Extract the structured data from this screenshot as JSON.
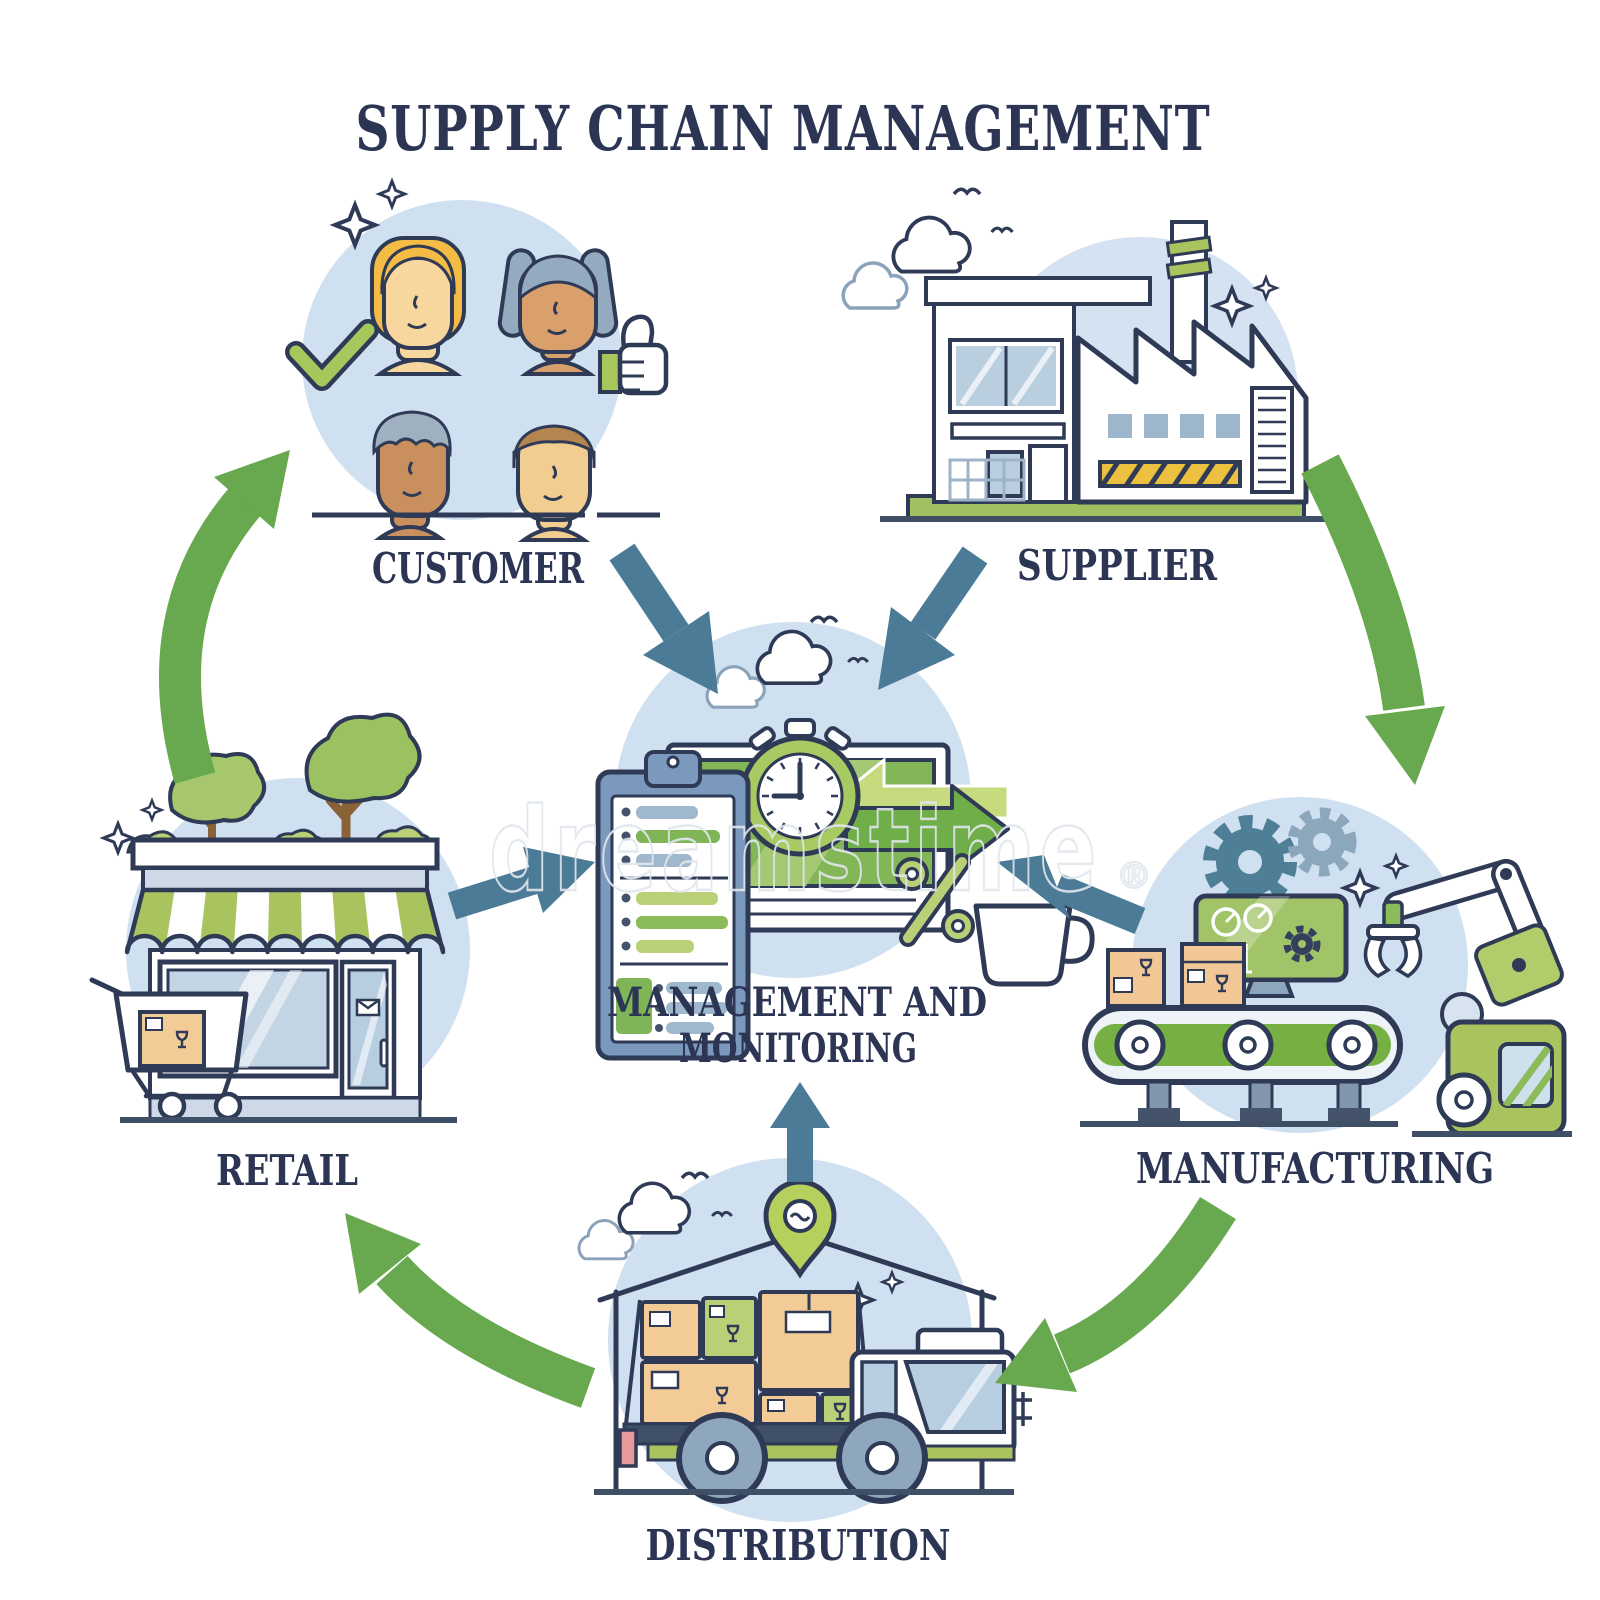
{
  "title": "SUPPLY CHAIN MANAGEMENT",
  "watermark": {
    "text": "dreamstime",
    "registered_mark": "®"
  },
  "nodes": {
    "customer": {
      "label": "CUSTOMER"
    },
    "supplier": {
      "label": "SUPPLIER"
    },
    "management_monitoring": {
      "label_line1": "MANAGEMENT AND",
      "label_line2": "MONITORING"
    },
    "retail": {
      "label": "RETAIL"
    },
    "manufacturing": {
      "label": "MANUFACTURING"
    },
    "distribution": {
      "label": "DISTRIBUTION"
    }
  },
  "flow": [
    "supplier -> manufacturing",
    "manufacturing -> distribution",
    "distribution -> retail",
    "retail -> customer",
    "customer -> management_monitoring",
    "supplier -> management_monitoring",
    "retail -> management_monitoring",
    "manufacturing -> management_monitoring",
    "distribution -> management_monitoring"
  ],
  "icons": {
    "customer": [
      "sparkle-icon",
      "approval-check-icon",
      "thumbs-up-icon"
    ],
    "supplier": [
      "cloud-icon",
      "bird-icon",
      "sparkle-icon",
      "factory-icon"
    ],
    "management_monitoring": [
      "cloud-icon",
      "bird-icon",
      "clipboard-icon",
      "monitor-icon",
      "stopwatch-icon",
      "percent-icon",
      "coffee-cup-icon",
      "green-left-arrow-icon",
      "green-right-arrow-icon"
    ],
    "retail": [
      "sparkle-icon",
      "tree-icon",
      "awning-icon",
      "shopping-cart-icon"
    ],
    "manufacturing": [
      "gear-icon",
      "sparkle-icon",
      "conveyor-icon",
      "robot-arm-icon",
      "control-screen-icon",
      "box-icon"
    ],
    "distribution": [
      "cloud-icon",
      "bird-icon",
      "sparkle-icon",
      "warehouse-icon",
      "location-pin-icon",
      "truck-icon",
      "box-icon"
    ]
  },
  "colors": {
    "outline_navy": "#2e3a56",
    "text_navy": "#2c3554",
    "cycle_arrow_green": "#68a84e",
    "center_arrow_blue": "#4b7b97",
    "node_circle_light_blue": "#cfe0f0",
    "accent_green": "#7fb457",
    "accent_light_green": "#b9d077",
    "awning_green": "#a9c45f",
    "box_tan": "#f3cb96",
    "glass_blue": "#b7cde0",
    "ground_gray": "#3f4f66"
  }
}
